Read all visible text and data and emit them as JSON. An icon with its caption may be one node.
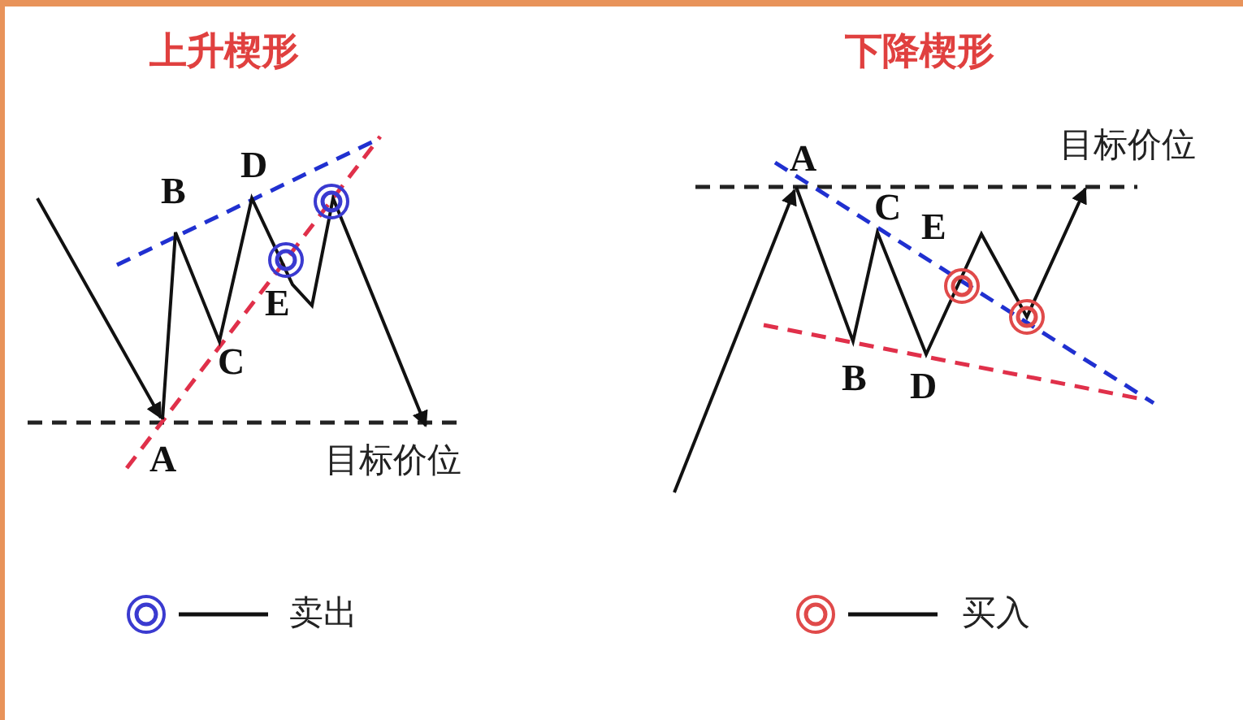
{
  "diagram": {
    "labels": [
      "上升楔形",
      "下降楔形",
      "B",
      "D",
      "E",
      "C",
      "A",
      "目标价位",
      "A",
      "C",
      "E",
      "目标价位",
      "B",
      "D"
    ],
    "legend": [
      {
        "text": "卖出"
      },
      {
        "text": "买入"
      }
    ]
  }
}
